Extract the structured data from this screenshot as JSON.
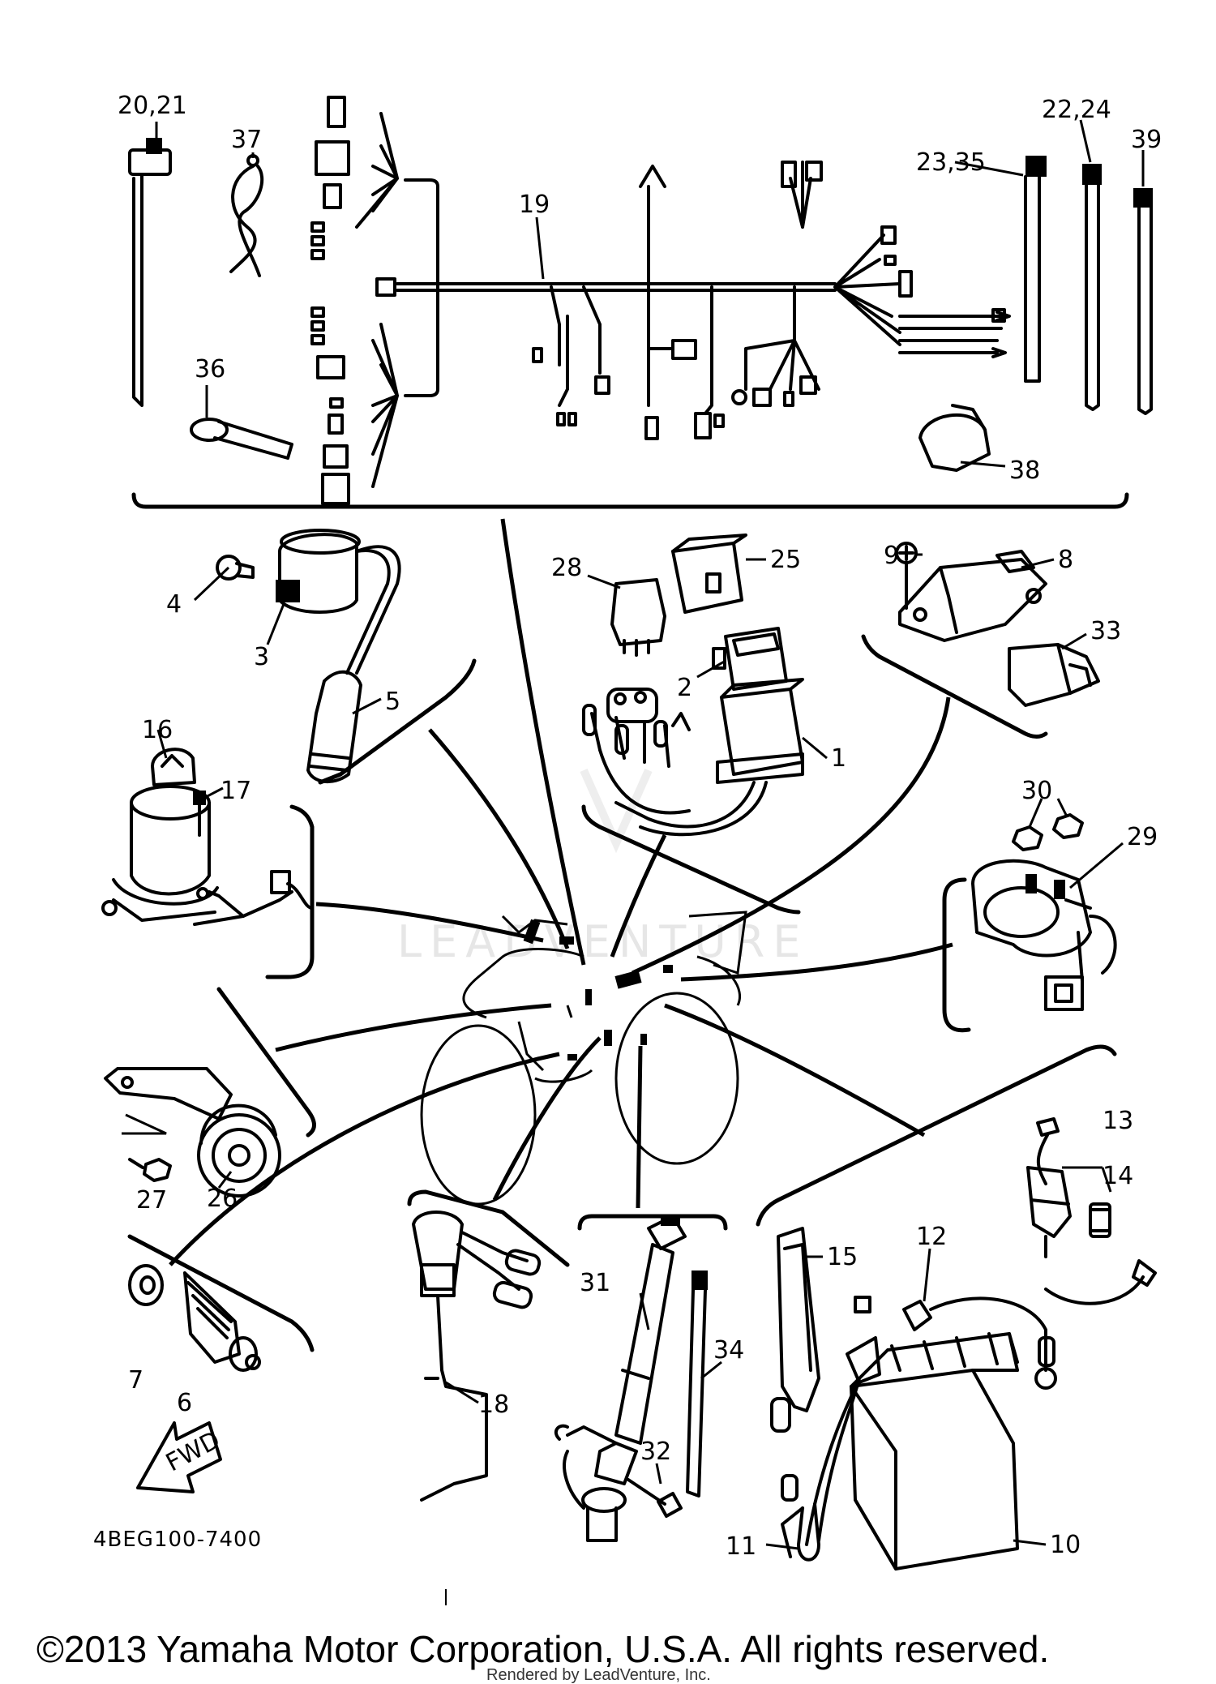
{
  "diagram": {
    "part_labels": {
      "p1": "1",
      "p2": "2",
      "p3": "3",
      "p4": "4",
      "p5": "5",
      "p6": "6",
      "p7": "7",
      "p8": "8",
      "p9": "9",
      "p10": "10",
      "p11": "11",
      "p12": "12",
      "p13": "13",
      "p14": "14",
      "p15": "15",
      "p16": "16",
      "p17": "17",
      "p18": "18",
      "p19": "19",
      "p20_21": "20,21",
      "p22_24": "22,24",
      "p23_35": "23,35",
      "p25": "25",
      "p26": "26",
      "p27": "27",
      "p28": "28",
      "p29": "29",
      "p30": "30",
      "p31": "31",
      "p32": "32",
      "p33": "33",
      "p34": "34",
      "p36": "36",
      "p37": "37",
      "p38": "38",
      "p39": "39"
    },
    "diagram_code": "4BEG100-7400",
    "direction_label": "FWD",
    "watermark": "LEADVENTURE",
    "copyright": "©2013 Yamaha Motor Corporation, U.S.A. All rights reserved.",
    "render_credit": "Rendered by LeadVenture, Inc."
  }
}
